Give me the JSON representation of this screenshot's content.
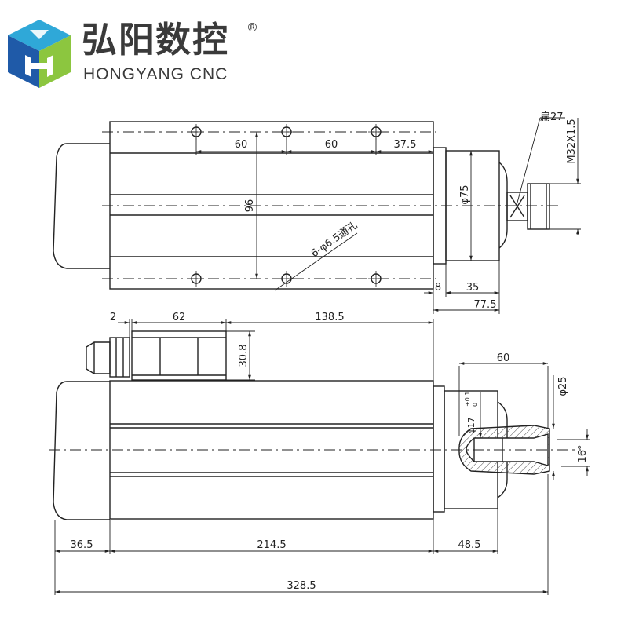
{
  "brand": {
    "name_cn": "弘阳数控",
    "name_en": "HONGYANG CNC",
    "registered_mark": "®",
    "logo_icon": "hexagon-cube-h-logo",
    "colors": {
      "green": "#8cc63f",
      "blue": "#1f5aa8",
      "cyan": "#2fa8d8"
    }
  },
  "top_view": {
    "dims": {
      "hole_pitch_1": "60",
      "hole_pitch_2": "60",
      "hole_pitch_end": "37.5",
      "height": "96",
      "hole_note": "6-φ6.5通孔",
      "shaft_dia": "φ75",
      "flat": "扁27",
      "thread": "M32X1.5",
      "step": "8",
      "nose_len": "35",
      "front_len": "77.5"
    }
  },
  "side_view": {
    "dims": {
      "gap": "2",
      "box_len": "62",
      "box_to_front": "138.5",
      "box_height": "30.8",
      "collet_len": "60",
      "outer_dia": "φ25",
      "bore_dia": "φ17",
      "bore_tol_upper": "+0.1",
      "bore_tol_lower": "0",
      "taper_angle": "16°",
      "cap_len": "36.5",
      "body_len": "214.5",
      "front_len": "48.5",
      "total_len": "328.5"
    }
  },
  "colors": {
    "line": "#222222",
    "hatch": "#444444"
  }
}
